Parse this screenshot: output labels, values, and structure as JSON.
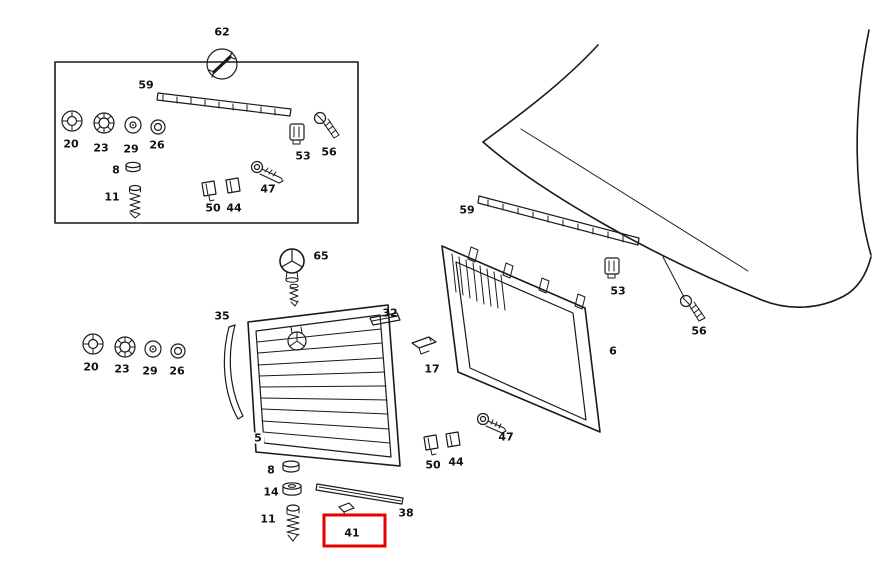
{
  "diagram": {
    "type": "exploded-parts-diagram",
    "line_color": "#1a1a1a",
    "highlight_color": "#e60000",
    "highlighted_part": "41",
    "labels": {
      "p62": "62",
      "p59a": "59",
      "p20a": "20",
      "p23a": "23",
      "p29a": "29",
      "p26a": "26",
      "p8a": "8",
      "p11a": "11",
      "p53a": "53",
      "p56a": "56",
      "p50a": "50",
      "p44a": "44",
      "p47a": "47",
      "p59b": "59",
      "p53b": "53",
      "p56b": "56",
      "p65": "65",
      "p32": "32",
      "p17": "17",
      "p35": "35",
      "p20b": "20",
      "p23b": "23",
      "p29b": "29",
      "p26b": "26",
      "p6": "6",
      "p5": "5",
      "p50b": "50",
      "p44b": "44",
      "p47b": "47",
      "p8b": "8",
      "p14": "14",
      "p11b": "11",
      "p38": "38",
      "p41": "41"
    }
  }
}
